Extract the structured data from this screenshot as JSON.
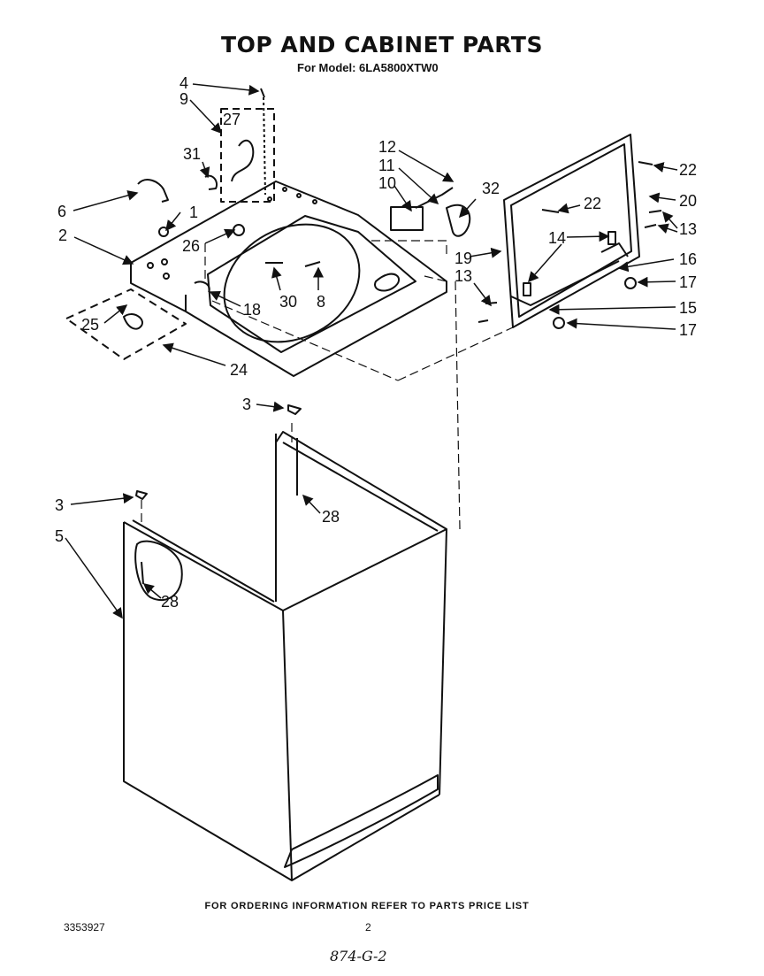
{
  "document": {
    "title": "TOP AND CABINET PARTS",
    "subtitle": "For Model: 6LA5800XTW0",
    "footer_note": "FOR ORDERING INFORMATION REFER TO PARTS PRICE LIST",
    "doc_number": "3353927",
    "page_number": "2",
    "handwritten_note": "874-G-2"
  },
  "callouts": {
    "c1": "1",
    "c2": "2",
    "c3a": "3",
    "c3b": "3",
    "c4": "4",
    "c5": "5",
    "c6": "6",
    "c8": "8",
    "c9": "9",
    "c10": "10",
    "c11": "11",
    "c12": "12",
    "c13a": "13",
    "c13b": "13",
    "c14": "14",
    "c15": "15",
    "c16": "16",
    "c17a": "17",
    "c17b": "17",
    "c18": "18",
    "c19": "19",
    "c20": "20",
    "c22a": "22",
    "c22b": "22",
    "c24": "24",
    "c25": "25",
    "c26": "26",
    "c27": "27",
    "c28a": "28",
    "c28b": "28",
    "c30": "30",
    "c31": "31",
    "c32": "32"
  }
}
